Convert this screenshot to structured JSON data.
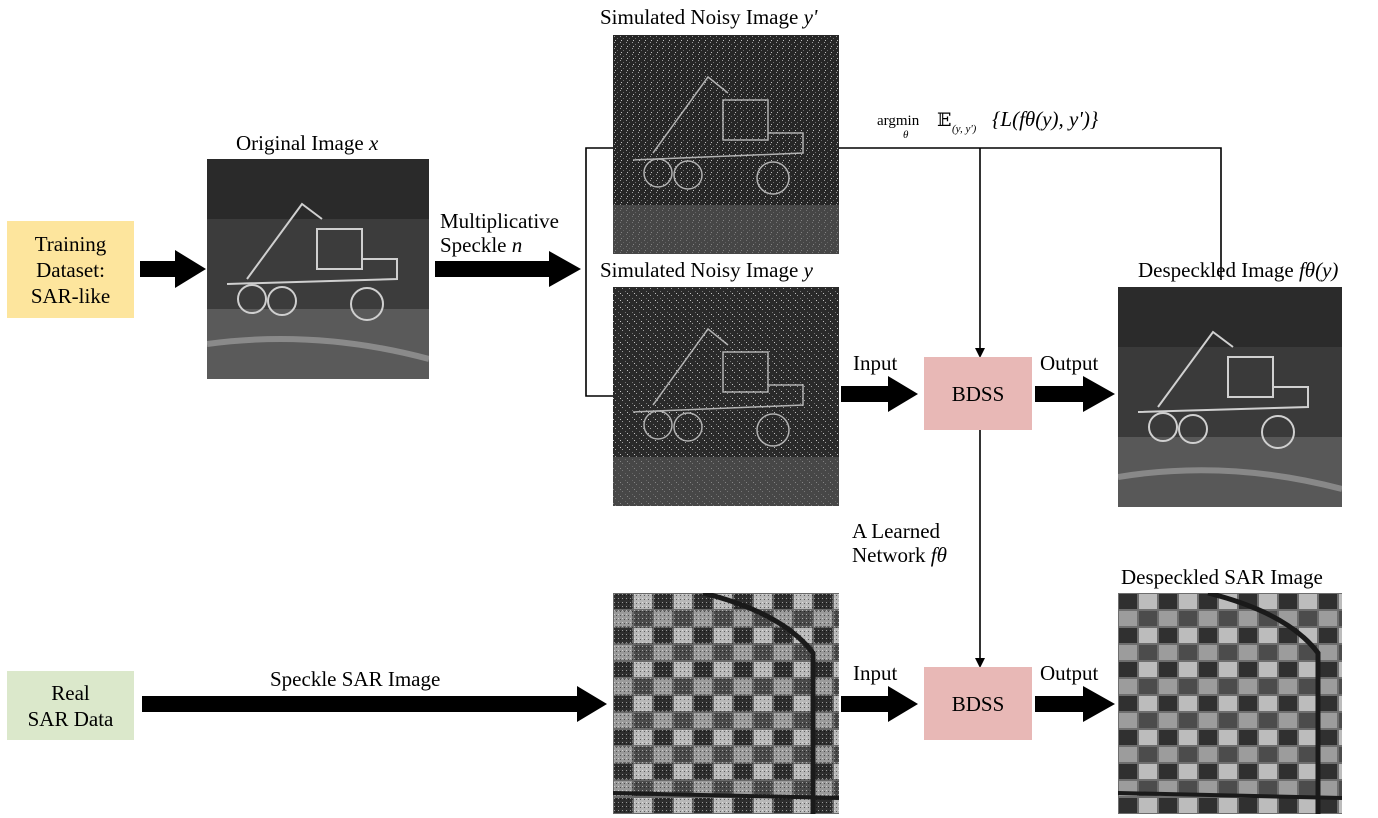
{
  "colors": {
    "training_box": "#fde59d",
    "real_box": "#dbe8cb",
    "bdss_box": "#e8b8b6",
    "arrow": "#000000"
  },
  "training_box": {
    "line1": "Training",
    "line2": "Dataset:",
    "line3": "SAR-like"
  },
  "real_box": {
    "line1": "Real",
    "line2": "SAR Data"
  },
  "labels": {
    "original_image": "Original Image",
    "original_var": "x",
    "multiplicative_line1": "Multiplicative",
    "multiplicative_line2": "Speckle",
    "speckle_var": "n",
    "noisy_prime": "Simulated Noisy Image",
    "noisy_prime_var": "y'",
    "noisy": "Simulated Noisy Image",
    "noisy_var": "y",
    "argmin": "argmin",
    "theta": "θ",
    "expectation": "𝔼",
    "expectation_sub": "(y, y')",
    "loss": "{L(fθ(y), y')}",
    "despeckled_image": "Despeckled Image",
    "despeckled_var": "fθ(y)",
    "input_top": "Input",
    "output_top": "Output",
    "learned_line1": "A Learned",
    "learned_line2": "Network",
    "learned_var": "fθ",
    "speckle_sar": "Speckle SAR Image",
    "input_bottom": "Input",
    "output_bottom": "Output",
    "despeckled_sar": "Despeckled SAR Image"
  },
  "bdss_top": "BDSS",
  "bdss_bottom": "BDSS"
}
